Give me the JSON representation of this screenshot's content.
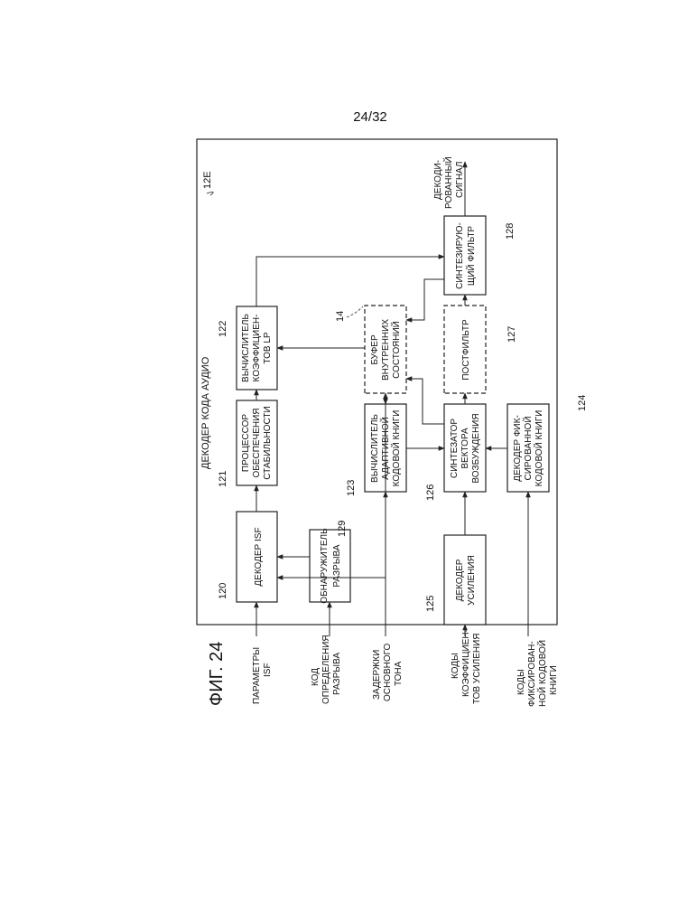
{
  "page_number": "24/32",
  "figure_label": "ФИГ. 24",
  "decoder": {
    "ref": "12E",
    "title": "ДЕКОДЕР КОДА АУДИО"
  },
  "inputs": {
    "isf_params": [
      "ПАРАМЕТРЫ",
      "ISF"
    ],
    "loss_code": [
      "КОД",
      "ОПРЕДЕЛЕНИЯ",
      "РАЗРЫВА"
    ],
    "pitch_lag": [
      "ЗАДЕРЖКИ",
      "ОСНОВНОГО",
      "ТОНА"
    ],
    "gain_codes": [
      "КОДЫ",
      "КОЭФФИЦИЕН-",
      "ТОВ УСИЛЕНИЯ"
    ],
    "fixed_codes": [
      "КОДЫ",
      "ФИКСИРОВАН-",
      "НОЙ КОДОВОЙ",
      "КНИГИ"
    ]
  },
  "output": [
    "ДЕКОДИ-",
    "РОВАННЫЙ",
    "СИГНАЛ"
  ],
  "blocks": {
    "b120": {
      "ref": "120",
      "lines": [
        "ДЕКОДЕР ISF"
      ]
    },
    "b121": {
      "ref": "121",
      "lines": [
        "ПРОЦЕССОР",
        "ОБЕСПЕЧЕНИЯ",
        "СТАБИЛЬНОСТИ"
      ]
    },
    "b122": {
      "ref": "122",
      "lines": [
        "ВЫЧИСЛИТЕЛЬ",
        "КОЭФФИЦИЕН-",
        "ТОВ LP"
      ]
    },
    "b129": {
      "ref": "129",
      "lines": [
        "ОБНАРУЖИТЕЛЬ",
        "РАЗРЫВА"
      ]
    },
    "b123": {
      "ref": "123",
      "lines": [
        "ВЫЧИСЛИТЕЛЬ",
        "АДАПТИВНОЙ",
        "КОДОВОЙ КНИГИ"
      ]
    },
    "b14": {
      "ref": "14",
      "lines": [
        "БУФЕР",
        "ВНУТРЕННИХ",
        "СОСТОЯНИЙ"
      ]
    },
    "b125": {
      "ref": "125",
      "lines": [
        "ДЕКОДЕР",
        "УСИЛЕНИЯ"
      ]
    },
    "b126": {
      "ref": "126",
      "lines": [
        "СИНТЕЗАТОР",
        "ВЕКТОРА",
        "ВОЗБУЖДЕНИЯ"
      ]
    },
    "b127": {
      "ref": "127",
      "lines": [
        "ПОСТФИЛЬТР"
      ]
    },
    "b128": {
      "ref": "128",
      "lines": [
        "СИНТЕЗИРУЮ-",
        "ЩИЙ ФИЛЬТР"
      ]
    },
    "b124": {
      "ref": "124",
      "lines": [
        "ДЕКОДЕР ФИК-",
        "СИРОВАННОЙ",
        "КОДОВОЙ КНИГИ"
      ]
    }
  },
  "colors": {
    "line": "#222222",
    "background": "#ffffff"
  }
}
